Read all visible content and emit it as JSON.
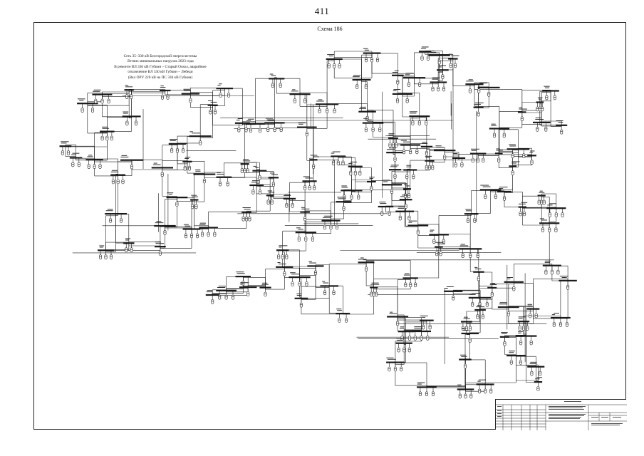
{
  "page": {
    "number": "411"
  },
  "scheme": {
    "label": "Схема 186"
  },
  "title_block": {
    "lines": [
      "Сеть 35–330 кВ Белгородской энергосистемы",
      "Летних минимальных нагрузок 2023 года",
      "В ремонте ВЛ 330 кВ Губкин – Старый Оскол, аварийное",
      "отключение ВЛ 330 кВ Губкин – Лебеди",
      "(Вкл ОРУ 220 кВ на ПС 330 кВ Губкин)"
    ]
  },
  "colors": {
    "ink": "#1a1a1a",
    "paper": "#ffffff"
  }
}
